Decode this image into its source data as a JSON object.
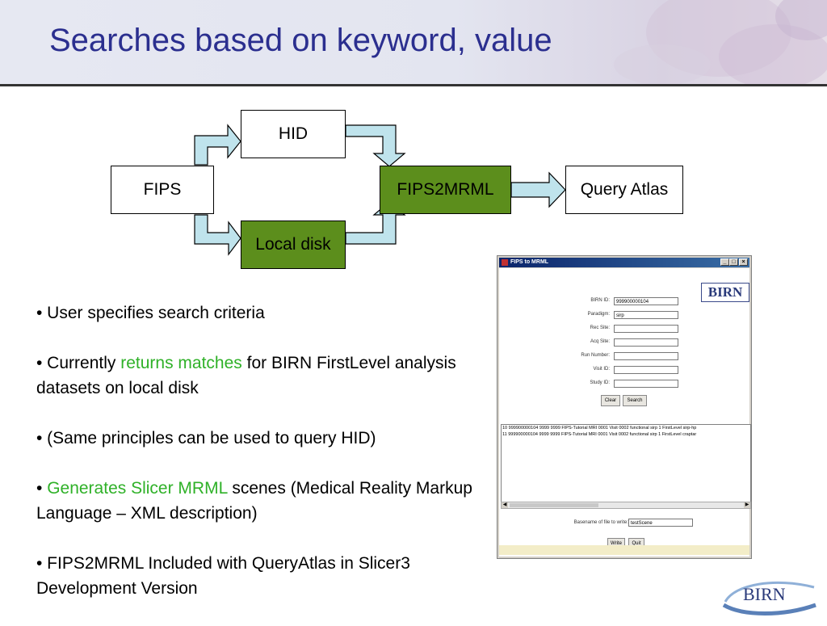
{
  "slide": {
    "title": "Searches based on keyword, value"
  },
  "diagram": {
    "nodes": {
      "hid": "HID",
      "fips": "FIPS",
      "local_disk": "Local disk",
      "fips2mrml": "FIPS2MRML",
      "query_atlas": "Query Atlas"
    },
    "colors": {
      "green_box": "#5c8e1c",
      "arrow_fill": "#bfe3ec"
    }
  },
  "bullets": [
    {
      "text": "• User specifies search criteria"
    },
    {
      "pre": "• Currently ",
      "hl": "returns matches",
      "post": " for BIRN FirstLevel analysis datasets on local disk"
    },
    {
      "text": "• (Same principles can be used to query HID)"
    },
    {
      "pre": "• ",
      "hl": "Generates Slicer MRML",
      "post": " scenes (Medical Reality Markup Language – XML description)"
    },
    {
      "text": "• FIPS2MRML Included with QueryAtlas in Slicer3 Development Version"
    }
  ],
  "window": {
    "title": "FIPS to MRML",
    "logo": "BIRN",
    "controls": {
      "minimize": "_",
      "maximize": "□",
      "close": "×"
    },
    "fields": [
      {
        "label": "BIRN ID:",
        "value": "999900000104"
      },
      {
        "label": "Paradigm:",
        "value": "sirp"
      },
      {
        "label": "Rec Site:",
        "value": ""
      },
      {
        "label": "Acq Site:",
        "value": ""
      },
      {
        "label": "Run Number:",
        "value": ""
      },
      {
        "label": "Visit ID:",
        "value": ""
      },
      {
        "label": "Study ID:",
        "value": ""
      }
    ],
    "clear_label": "Clear",
    "search_label": "Search",
    "results": [
      "10 999900000104 9999 9999 FIPS-Tutorial MRI 0001 Visit 0002 functional sirp 1 FirstLevel sirp-hp",
      "11 999900000104 9999 9999 FIPS-Tutorial MRI 0001 Visit 0002 functional sirp 1 FirstLevel craptar"
    ],
    "basename_label": "Basename of file to write:",
    "basename_value": "testScene",
    "write_label": "Write",
    "quit_label": "Quit"
  },
  "footer_logo": "BIRN"
}
